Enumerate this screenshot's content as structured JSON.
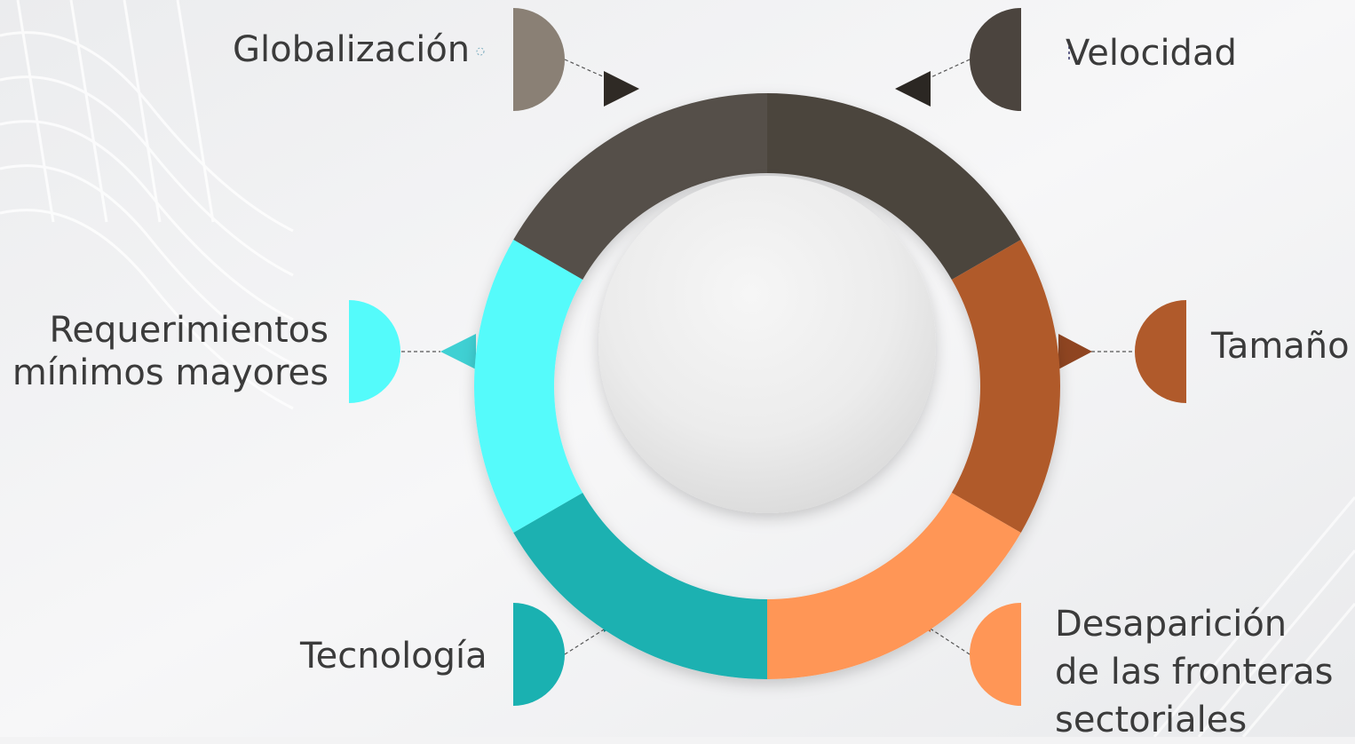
{
  "diagram": {
    "center_label": "",
    "segments": [
      {
        "id": "globalizacion",
        "lines": [
          "Globalización"
        ],
        "color": "#555049"
      },
      {
        "id": "velocidad",
        "lines": [
          "Velocidad"
        ],
        "color": "#4b443e"
      },
      {
        "id": "tamano",
        "lines": [
          "Tamaño"
        ],
        "color": "#b05a2b"
      },
      {
        "id": "desaparicion",
        "lines": [
          "Desaparición",
          "de las fronteras",
          "sectoriales"
        ],
        "color": "#ff9656"
      },
      {
        "id": "tecnologia",
        "lines": [
          "Tecnología"
        ],
        "color": "#1ab1b1"
      },
      {
        "id": "requerimientos",
        "lines": [
          "Requerimientos",
          "mínimos mayores"
        ],
        "color": "#54fbfb"
      }
    ],
    "accent_colors": {
      "globalizacion_tab": "#8a8075",
      "velocidad_tab": "#4b443e",
      "tamano_tab": "#b05a2b",
      "desaparicion_tab": "#ff9656",
      "tecnologia_tab": "#1ab1b1",
      "requerimientos_tab": "#54fbfb"
    }
  }
}
